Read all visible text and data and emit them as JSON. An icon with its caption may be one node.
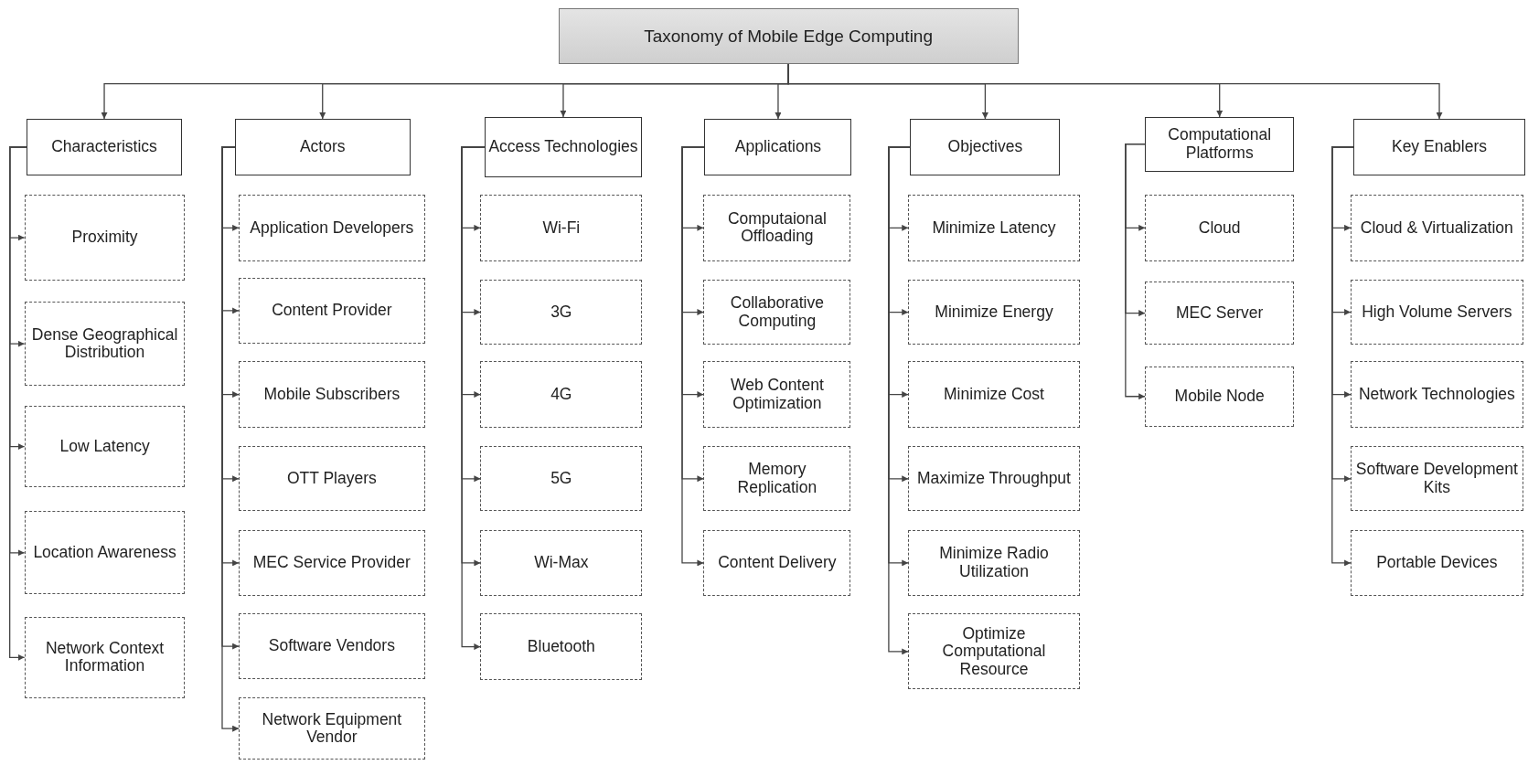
{
  "diagram": {
    "nodes": [
      {
        "text": [
          "Taxonomy of Mobile Edge Computing"
        ]
      },
      {
        "text": [
          "Characteristics"
        ]
      },
      {
        "text": [
          "Proximity"
        ]
      },
      {
        "text": [
          "Dense Geographical Distribution"
        ]
      },
      {
        "text": [
          "Low Latency"
        ]
      },
      {
        "text": [
          "Location Awareness"
        ]
      },
      {
        "text": [
          "Network Context Information"
        ]
      },
      {
        "text": [
          "Actors"
        ]
      },
      {
        "text": [
          "Application Developers"
        ]
      },
      {
        "text": [
          "Content Provider"
        ]
      },
      {
        "text": [
          "Mobile Subscribers"
        ]
      },
      {
        "text": [
          "OTT Players"
        ]
      },
      {
        "text": [
          "MEC Service Provider"
        ]
      },
      {
        "text": [
          "Software Vendors"
        ]
      },
      {
        "text": [
          "Network Equipment Vendor"
        ]
      },
      {
        "text": [
          "Access Technologies"
        ]
      },
      {
        "text": [
          "Wi-Fi"
        ]
      },
      {
        "text": [
          "3G"
        ]
      },
      {
        "text": [
          "4G"
        ]
      },
      {
        "text": [
          "5G"
        ]
      },
      {
        "text": [
          "Wi-Max"
        ]
      },
      {
        "text": [
          "Bluetooth"
        ]
      },
      {
        "text": [
          "Applications"
        ]
      },
      {
        "text": [
          "Computaional Offloading"
        ]
      },
      {
        "text": [
          "Collaborative Computing"
        ]
      },
      {
        "text": [
          "Web Content Optimization"
        ]
      },
      {
        "text": [
          "Memory Replication"
        ]
      },
      {
        "text": [
          "Content Delivery"
        ]
      },
      {
        "text": [
          "Objectives"
        ]
      },
      {
        "text": [
          "Minimize Latency"
        ]
      },
      {
        "text": [
          "Minimize Energy"
        ]
      },
      {
        "text": [
          "Minimize Cost"
        ]
      },
      {
        "text": [
          "Maximize Throughput"
        ]
      },
      {
        "text": [
          "Minimize Radio Utilization"
        ]
      },
      {
        "text": [
          "Optimize Computational Resource"
        ]
      },
      {
        "text": [
          "Computational Platforms"
        ]
      },
      {
        "text": [
          "Cloud"
        ]
      },
      {
        "text": [
          "MEC Server"
        ]
      },
      {
        "text": [
          "Mobile Node"
        ]
      },
      {
        "text": [
          "Key Enablers"
        ]
      },
      {
        "text": [
          "Cloud & Virtualization"
        ]
      },
      {
        "text": [
          "High Volume Servers"
        ]
      },
      {
        "text": [
          "Network Technologies"
        ]
      },
      {
        "text": [
          "Software Development Kits"
        ]
      },
      {
        "text": [
          "Portable Devices"
        ]
      }
    ],
    "edges": [
      {
        "from": 0,
        "to": 1,
        "arrow": "to"
      },
      {
        "from": 0,
        "to": 7,
        "arrow": "to"
      },
      {
        "from": 0,
        "to": 15,
        "arrow": "to"
      },
      {
        "from": 0,
        "to": 22,
        "arrow": "to"
      },
      {
        "from": 0,
        "to": 28,
        "arrow": "to"
      },
      {
        "from": 0,
        "to": 35,
        "arrow": "to"
      },
      {
        "from": 0,
        "to": 39,
        "arrow": "to"
      },
      {
        "from": 1,
        "to": 2,
        "arrow": "to"
      },
      {
        "from": 1,
        "to": 3,
        "arrow": "to"
      },
      {
        "from": 1,
        "to": 4,
        "arrow": "to"
      },
      {
        "from": 1,
        "to": 5,
        "arrow": "to"
      },
      {
        "from": 1,
        "to": 6,
        "arrow": "to"
      },
      {
        "from": 7,
        "to": 8,
        "arrow": "to"
      },
      {
        "from": 7,
        "to": 9,
        "arrow": "to"
      },
      {
        "from": 7,
        "to": 10,
        "arrow": "to"
      },
      {
        "from": 7,
        "to": 11,
        "arrow": "to"
      },
      {
        "from": 7,
        "to": 12,
        "arrow": "to"
      },
      {
        "from": 7,
        "to": 13,
        "arrow": "to"
      },
      {
        "from": 7,
        "to": 14,
        "arrow": "to"
      },
      {
        "from": 15,
        "to": 16,
        "arrow": "to"
      },
      {
        "from": 15,
        "to": 17,
        "arrow": "to"
      },
      {
        "from": 15,
        "to": 18,
        "arrow": "to"
      },
      {
        "from": 15,
        "to": 19,
        "arrow": "to"
      },
      {
        "from": 15,
        "to": 20,
        "arrow": "to"
      },
      {
        "from": 15,
        "to": 21,
        "arrow": "to"
      },
      {
        "from": 22,
        "to": 23,
        "arrow": "to"
      },
      {
        "from": 22,
        "to": 24,
        "arrow": "to"
      },
      {
        "from": 22,
        "to": 25,
        "arrow": "to"
      },
      {
        "from": 22,
        "to": 26,
        "arrow": "to"
      },
      {
        "from": 22,
        "to": 27,
        "arrow": "to"
      },
      {
        "from": 28,
        "to": 29,
        "arrow": "to"
      },
      {
        "from": 28,
        "to": 30,
        "arrow": "to"
      },
      {
        "from": 28,
        "to": 31,
        "arrow": "to"
      },
      {
        "from": 28,
        "to": 32,
        "arrow": "to"
      },
      {
        "from": 28,
        "to": 33,
        "arrow": "to"
      },
      {
        "from": 28,
        "to": 34,
        "arrow": "to"
      },
      {
        "from": 35,
        "to": 36,
        "arrow": "to"
      },
      {
        "from": 35,
        "to": 37,
        "arrow": "to"
      },
      {
        "from": 35,
        "to": 38,
        "arrow": "to"
      },
      {
        "from": 39,
        "to": 40,
        "arrow": "to"
      },
      {
        "from": 39,
        "to": 41,
        "arrow": "to"
      },
      {
        "from": 39,
        "to": 42,
        "arrow": "to"
      },
      {
        "from": 39,
        "to": 43,
        "arrow": "to"
      },
      {
        "from": 39,
        "to": 44,
        "arrow": "to"
      }
    ]
  }
}
